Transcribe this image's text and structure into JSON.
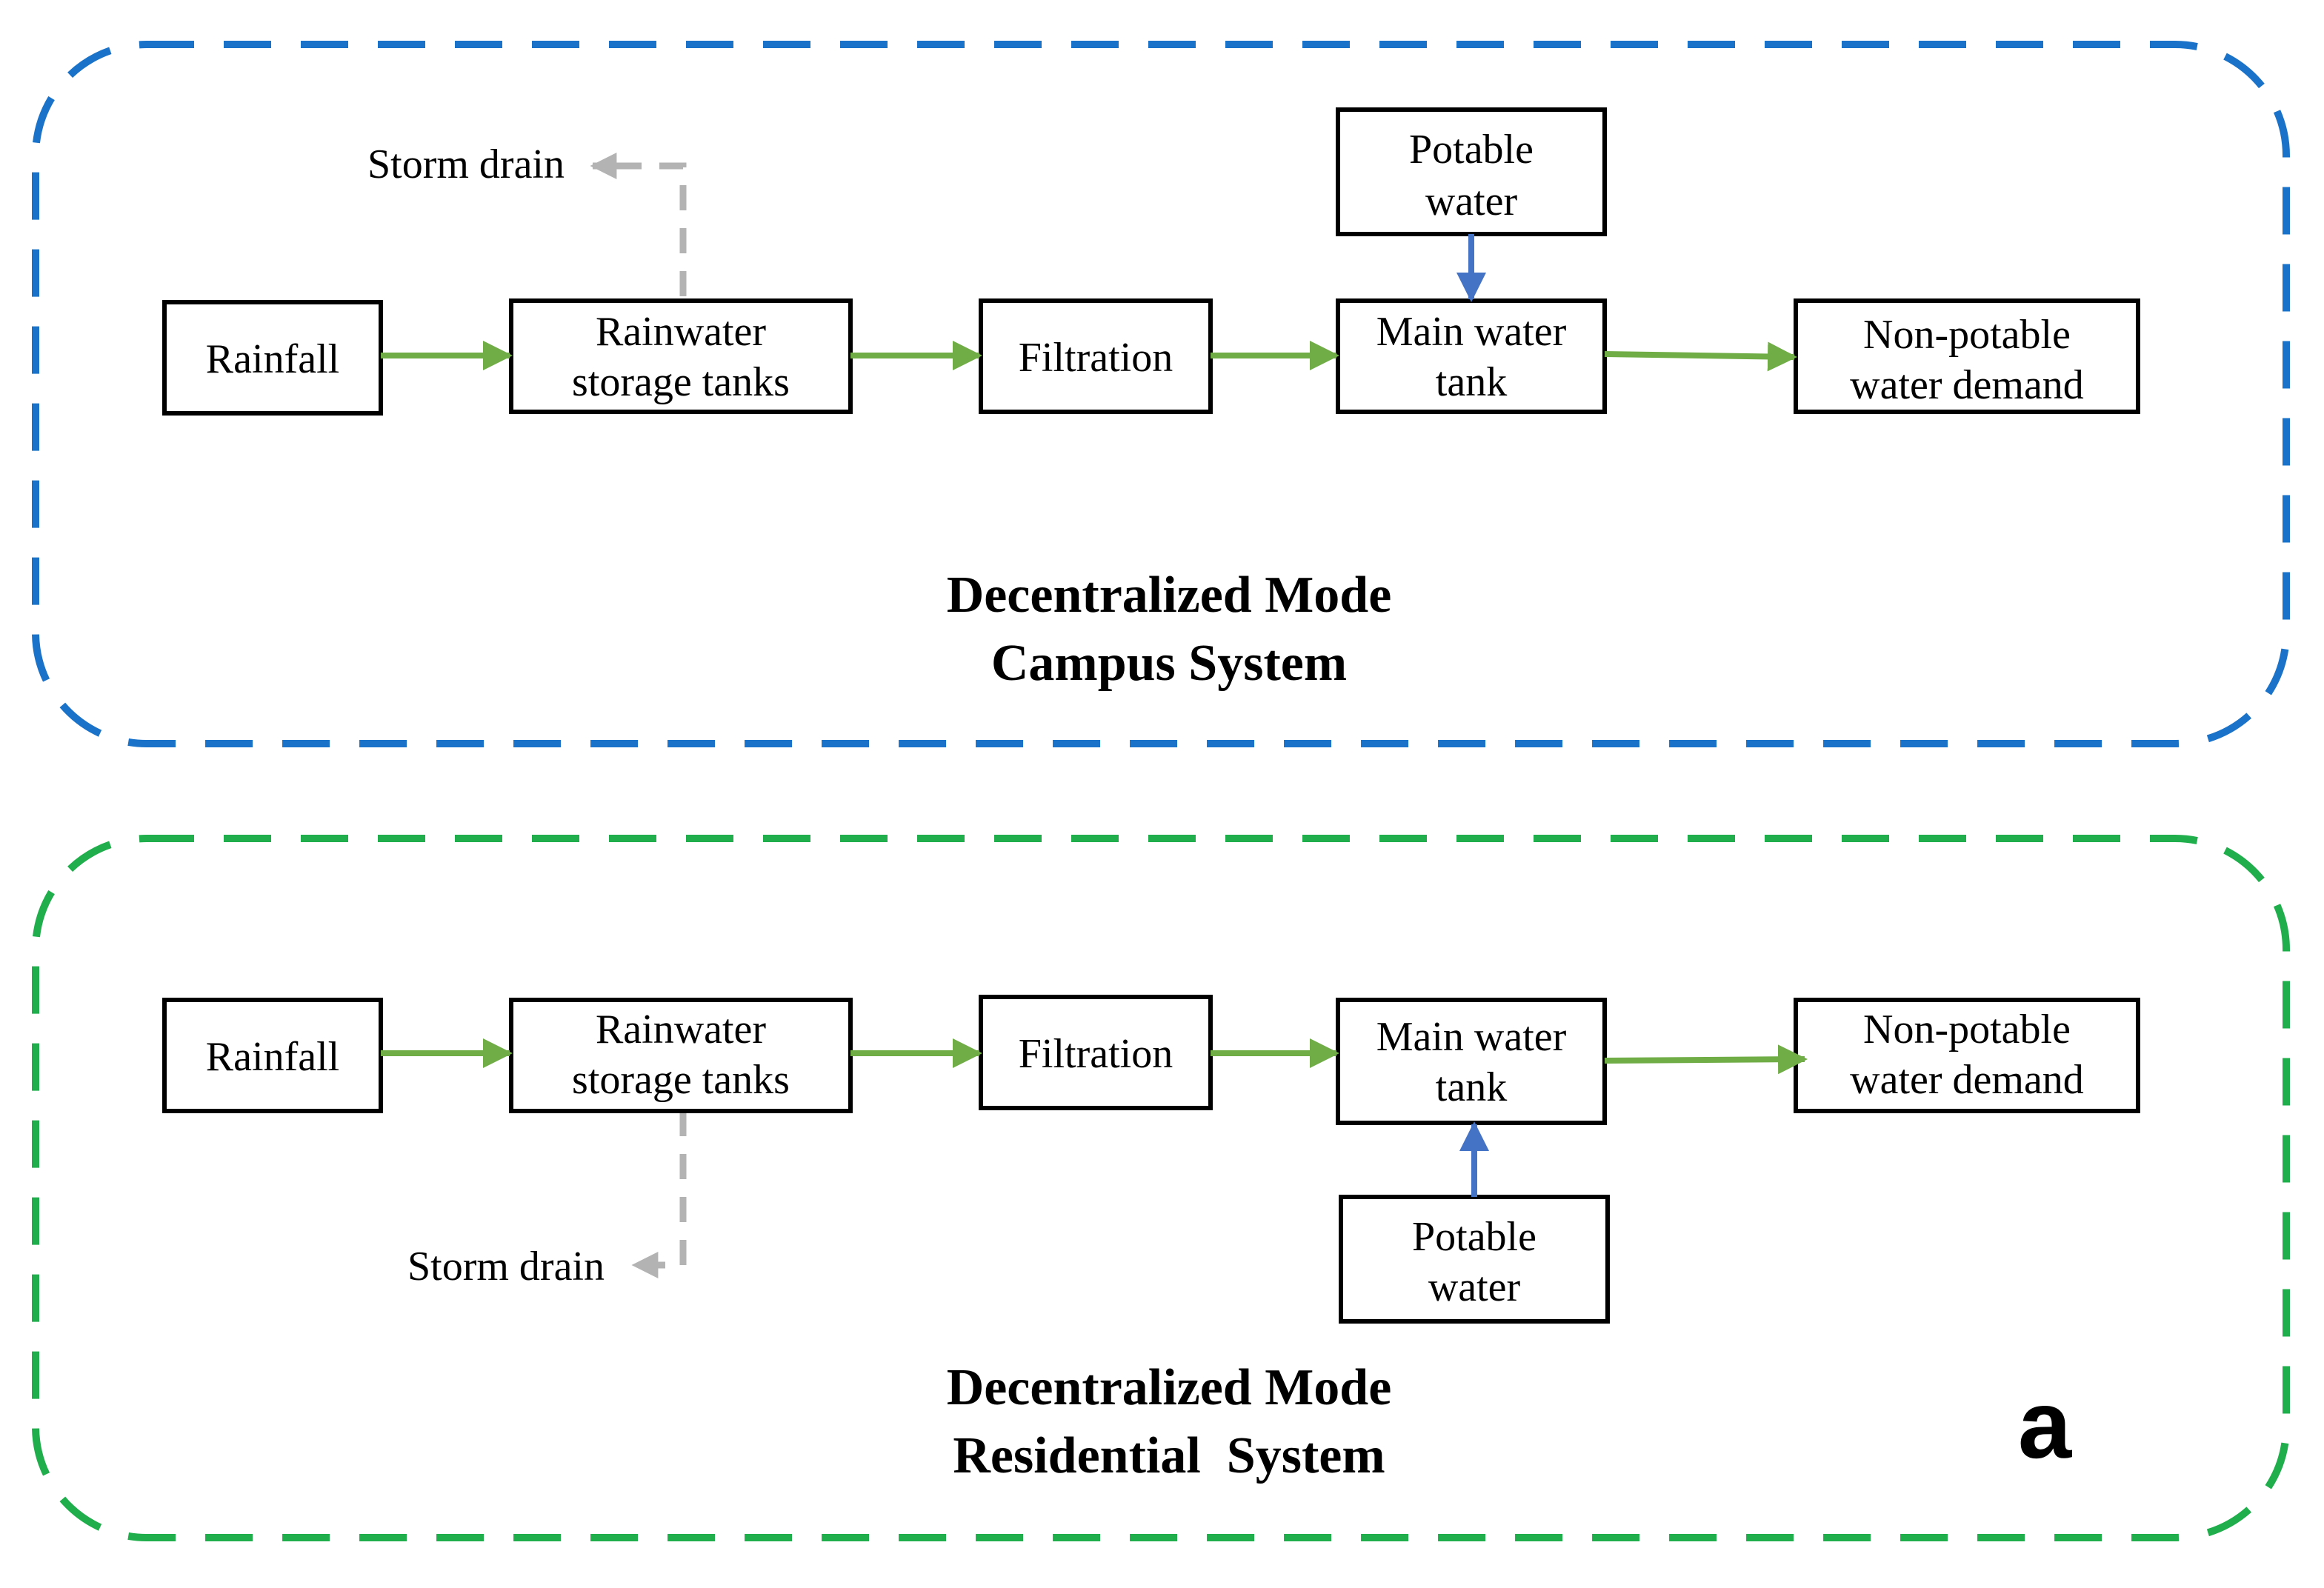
{
  "colors": {
    "campus_frame": "#1a73c8",
    "residential_frame": "#1fae4b",
    "flow_arrow": "#70ad47",
    "potable_arrow": "#4472c4",
    "storm_drain_line": "#b3b3b3",
    "text": "#000000"
  },
  "campus": {
    "title_line1": "Decentralized Mode",
    "title_line2": "Campus System",
    "nodes": {
      "rainfall": "Rainfall",
      "storage_line1": "Rainwater",
      "storage_line2": "storage tanks",
      "filtration": "Filtration",
      "main_tank_line1": "Main water",
      "main_tank_line2": "tank",
      "demand_line1": "Non-potable",
      "demand_line2": "water demand",
      "potable_line1": "Potable",
      "potable_line2": "water",
      "storm_drain": "Storm drain"
    }
  },
  "residential": {
    "title_line1": "Decentralized Mode",
    "title_line2": "Residential  System",
    "nodes": {
      "rainfall": "Rainfall",
      "storage_line1": "Rainwater",
      "storage_line2": "storage tanks",
      "filtration": "Filtration",
      "main_tank_line1": "Main water",
      "main_tank_line2": "tank",
      "demand_line1": "Non-potable",
      "demand_line2": "water demand",
      "potable_line1": "Potable",
      "potable_line2": "water",
      "storm_drain": "Storm drain"
    }
  },
  "panel_letter": "a"
}
